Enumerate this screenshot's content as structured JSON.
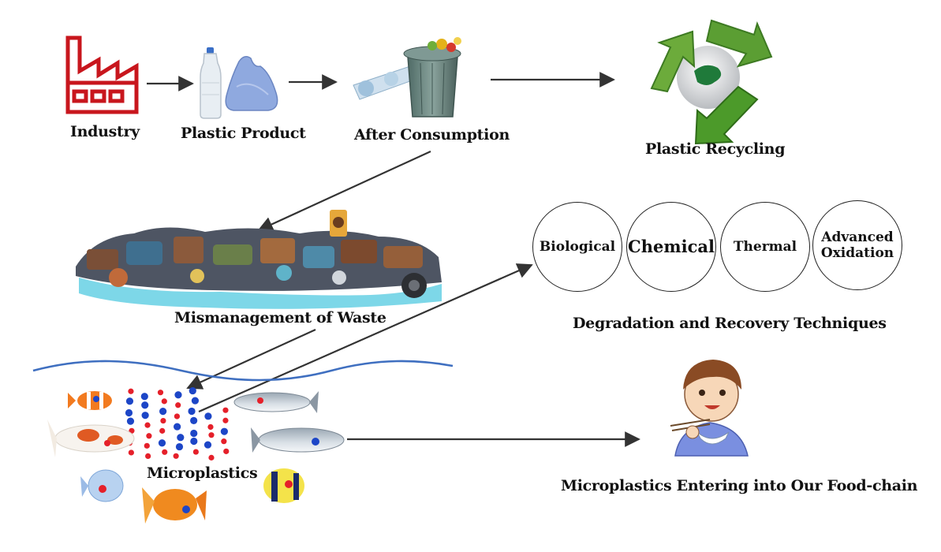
{
  "labels": {
    "industry": "Industry",
    "plastic_product": "Plastic Product",
    "after_consumption": "After Consumption",
    "plastic_recycling": "Plastic Recycling",
    "mismanagement": "Mismanagement of Waste",
    "degradation": "Degradation and Recovery Techniques",
    "microplastics": "Microplastics",
    "food_chain": "Microplastics Entering into Our Food-chain"
  },
  "techniques": {
    "biological": "Biological",
    "chemical": "Chemical",
    "thermal": "Thermal",
    "advanced_oxidation_line1": "Advanced",
    "advanced_oxidation_line2": "Oxidation"
  },
  "colors": {
    "arrow": "#333333",
    "factory": "#c8161d",
    "recycle_green": "#4c9a2a",
    "water_line": "#3f6fc0",
    "particle_red": "#e5202a",
    "particle_blue": "#1d46c7"
  },
  "icons": [
    "factory-icon",
    "bottle-icon",
    "plastic-bag-icon",
    "trash-can-icon",
    "recycle-icon",
    "waste-pile-icon",
    "fish-icon",
    "person-eating-icon"
  ]
}
